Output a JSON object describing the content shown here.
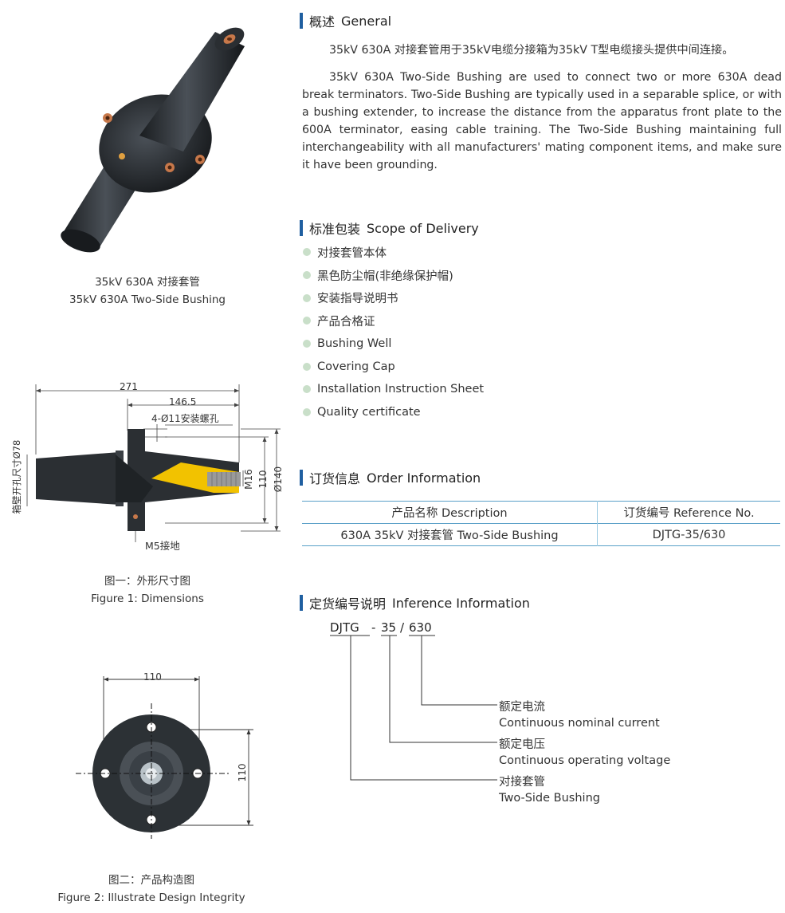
{
  "product_photo": {
    "caption_cn": "35kV  630A  对接套管",
    "caption_en": "35kV 630A Two-Side Bushing"
  },
  "general": {
    "title_cn": "概述",
    "title_en": "General",
    "para_cn": "35kV 630A 对接套管用于35kV电缆分接箱为35kV T型电缆接头提供中间连接。",
    "para_en": "35kV 630A Two-Side Bushing are used to connect two or more 630A dead break terminators. Two-Side Bushing are typically used in a separable splice, or with a bushing extender, to increase the distance from the apparatus front plate to the 600A terminator, easing cable training. The Two-Side Bushing maintaining full interchangeability with all manufacturers' mating component items, and make sure it have been grounding."
  },
  "scope": {
    "title_cn": "标准包装",
    "title_en": "Scope of Delivery",
    "items": [
      "对接套管本体",
      "黑色防尘帽(非绝缘保护帽)",
      "安装指导说明书",
      "产品合格证",
      "Bushing Well",
      "Covering Cap",
      "Installation Instruction Sheet",
      "Quality certificate"
    ]
  },
  "order": {
    "title_cn": "订货信息",
    "title_en": "Order Information",
    "headers": [
      "产品名称  Description",
      "订货编号  Reference  No."
    ],
    "rows": [
      [
        "630A 35kV 对接套管 Two-Side Bushing",
        "DJTG-35/630"
      ]
    ]
  },
  "inference": {
    "title_cn": "定货编号说明",
    "title_en": "Inference Information",
    "code_parts": [
      "DJTG",
      "35",
      "630"
    ],
    "code_sep1": "-",
    "code_sep2": "/",
    "labels": [
      {
        "cn": "额定电流",
        "en": "Continuous nominal current"
      },
      {
        "cn": "额定电压",
        "en": "Continuous operating voltage"
      },
      {
        "cn": "对接套管",
        "en": "Two-Side Bushing"
      }
    ]
  },
  "figure1": {
    "dim_overall": "271",
    "dim_half": "146.5",
    "hole_note": "4-Ø11安装螺孔",
    "box_hole": "箱壁开孔尺寸Ø78",
    "dim_thread": "M16",
    "dim_110": "110",
    "dim_140": "Ø140",
    "ground": "M5接地",
    "caption_cn": "图一：外形尺寸图",
    "caption_en": "Figure 1: Dimensions"
  },
  "figure2": {
    "dim_top": "110",
    "dim_side": "110",
    "caption_cn": "图二：产品构造图",
    "caption_en": "Figure 2: Illustrate Design Integrity"
  },
  "colors": {
    "accent_bar": "#1f5fa0",
    "table_rule": "#5aa0c8",
    "bullet": "#c9dfc9",
    "bushing_body": "#2b2f33",
    "stripe": "#f2c200",
    "copper": "#c7784a"
  }
}
